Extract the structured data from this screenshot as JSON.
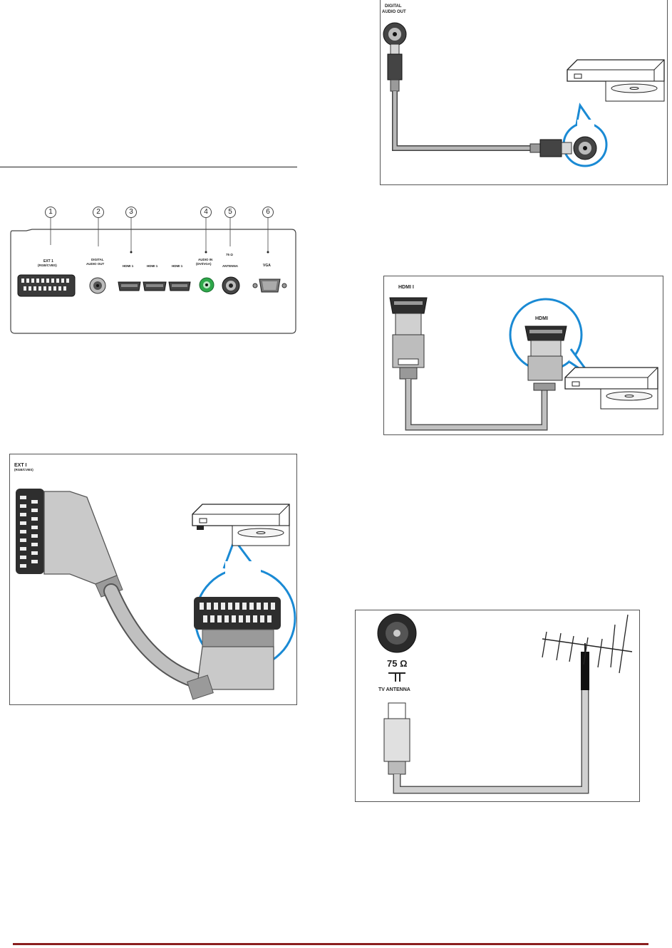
{
  "panel": {
    "connectors": [
      {
        "number": "1",
        "label": "EXT 1",
        "sublabel": "(RGB/CVBS)"
      },
      {
        "number": "2",
        "label": "DIGITAL",
        "sublabel": "AUDIO OUT"
      },
      {
        "number": "3",
        "label": "HDMI 1",
        "sublabel": ""
      },
      {
        "number": "4",
        "label": "AUDIO IN",
        "sublabel": "(DVI/VGA)"
      },
      {
        "number": "5",
        "label": "75 Ω",
        "sublabel": "ANTENNA"
      },
      {
        "number": "6",
        "label": "VGA",
        "sublabel": ""
      }
    ],
    "hdmi_labels": [
      "HDMI 1",
      "HDMI 1",
      "HDMI 1"
    ]
  },
  "scart_figure": {
    "label": "EXT I",
    "sublabel": "(RGB/CVBS)"
  },
  "digital_audio_figure": {
    "label_line1": "DIGITAL",
    "label_line2": "AUDIO OUT"
  },
  "hdmi_figure": {
    "tv_label": "HDMI I",
    "device_label": "HDMI"
  },
  "antenna_figure": {
    "impedance": "75 Ω",
    "label": "TV ANTENNA"
  },
  "colors": {
    "highlight": "#1a8ad4",
    "cable": "#8f8f8f",
    "audio_in": "#2ea84a",
    "footer": "#8a1f1f"
  }
}
